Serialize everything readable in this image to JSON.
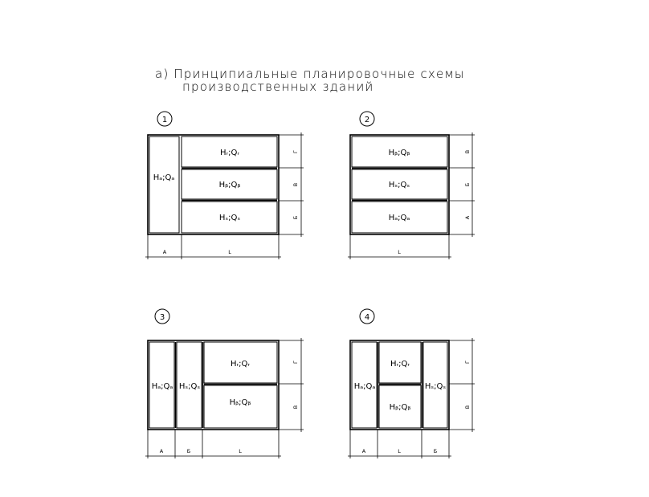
{
  "title": {
    "line1": "а) Принципиальные планировочные схемы",
    "line2": "производственных зданий"
  },
  "schemes": [
    {
      "number": "1",
      "rooms": [
        {
          "label": "Hₐ;Qₐ"
        },
        {
          "label": "Hᵣ;Qᵣ"
        },
        {
          "label": "Hᵦ;Qᵦ"
        },
        {
          "label": "Hₛ;Qₛ"
        }
      ],
      "bottom_dims": [
        "А",
        "L"
      ],
      "side_dims": [
        "Г",
        "В",
        "Б"
      ]
    },
    {
      "number": "2",
      "rooms": [
        {
          "label": "Hᵦ;Qᵦ"
        },
        {
          "label": "Hₛ;Qₛ"
        },
        {
          "label": "Hₐ;Qₐ"
        }
      ],
      "bottom_dims": [
        "L"
      ],
      "side_dims": [
        "В",
        "Б",
        "А"
      ]
    },
    {
      "number": "3",
      "rooms": [
        {
          "label": "Hₐ;Qₐ"
        },
        {
          "label": "Hₛ;Qₛ"
        },
        {
          "label": "Hᵣ;Qᵣ"
        },
        {
          "label": "Hᵦ;Qᵦ"
        }
      ],
      "bottom_dims": [
        "А",
        "Б",
        "L"
      ],
      "side_dims": [
        "Г",
        "В"
      ]
    },
    {
      "number": "4",
      "rooms": [
        {
          "label": "Hₐ;Qₐ"
        },
        {
          "label": "Hᵣ;Qᵣ"
        },
        {
          "label": "Hᵦ;Qᵦ"
        },
        {
          "label": "Hₛ;Qₛ"
        }
      ],
      "bottom_dims": [
        "А",
        "L",
        "Б"
      ],
      "side_dims": [
        "Г",
        "В"
      ]
    }
  ]
}
